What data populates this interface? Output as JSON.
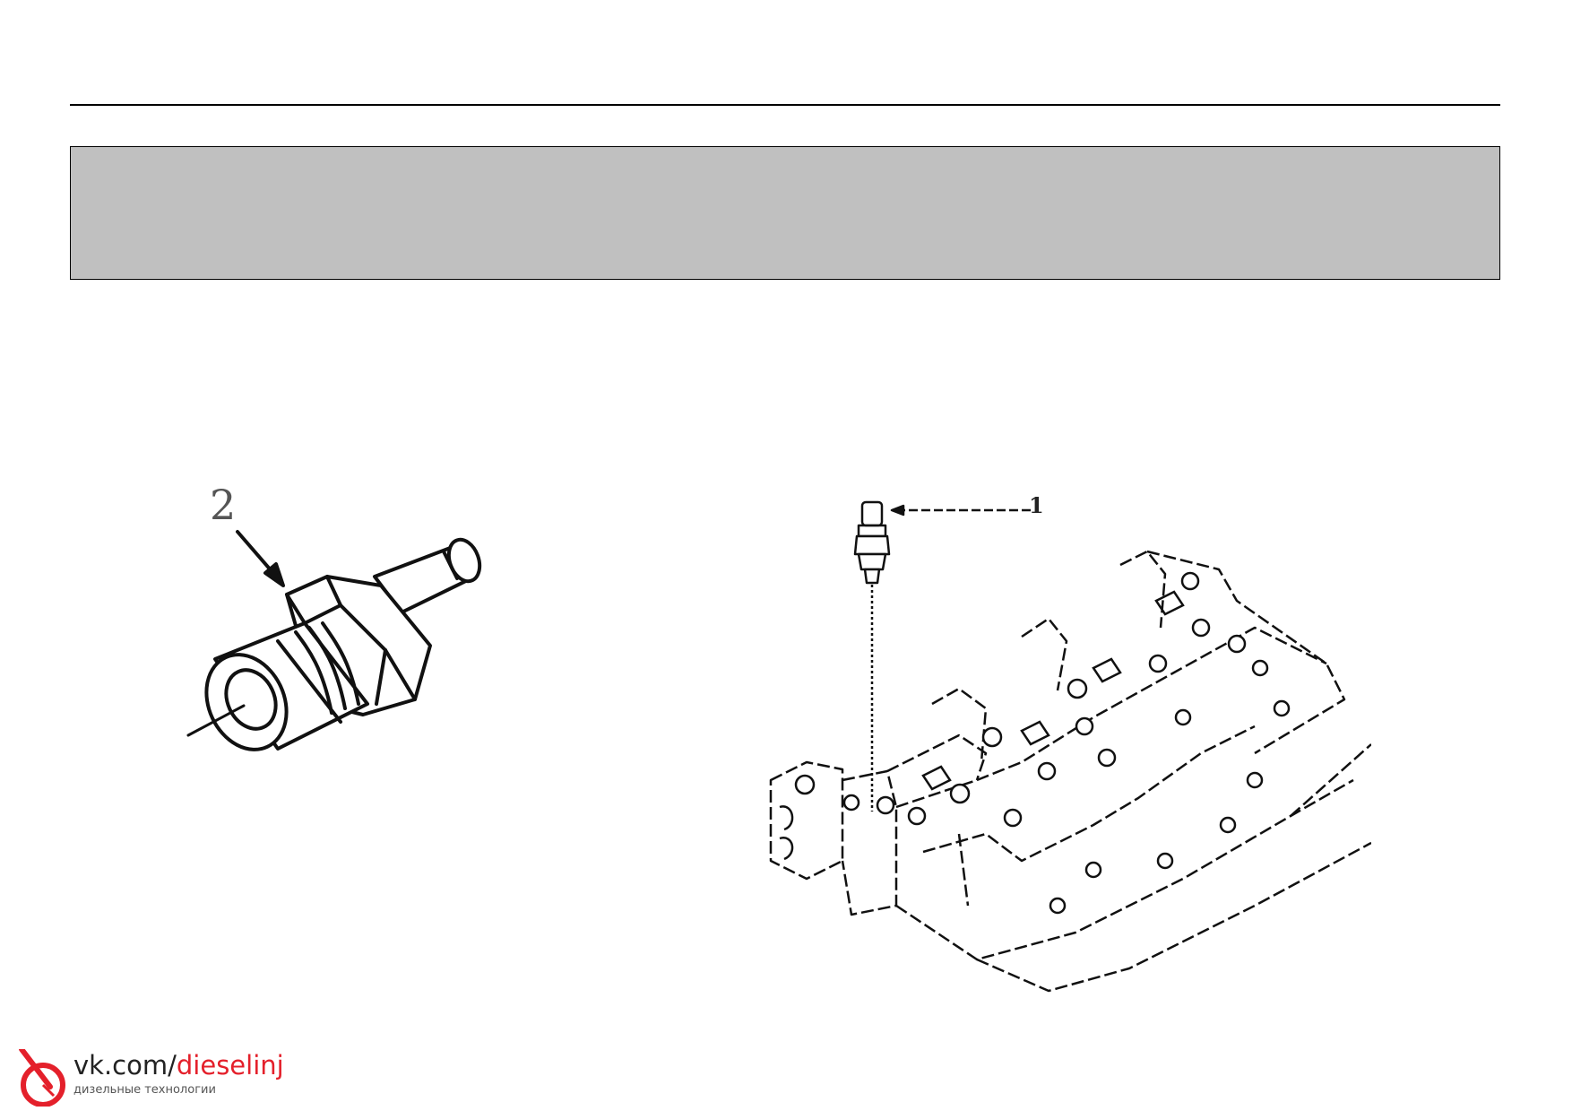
{
  "figures": {
    "left": {
      "callout": "2"
    },
    "right": {
      "callout": "1"
    }
  },
  "brand": {
    "url_prefix": "vk.com/",
    "url_accent": "dieselinj",
    "subtitle": "дизельные технологии",
    "accent_color": "#e4202b",
    "logo_icon": "injector-ring-logo-icon"
  }
}
